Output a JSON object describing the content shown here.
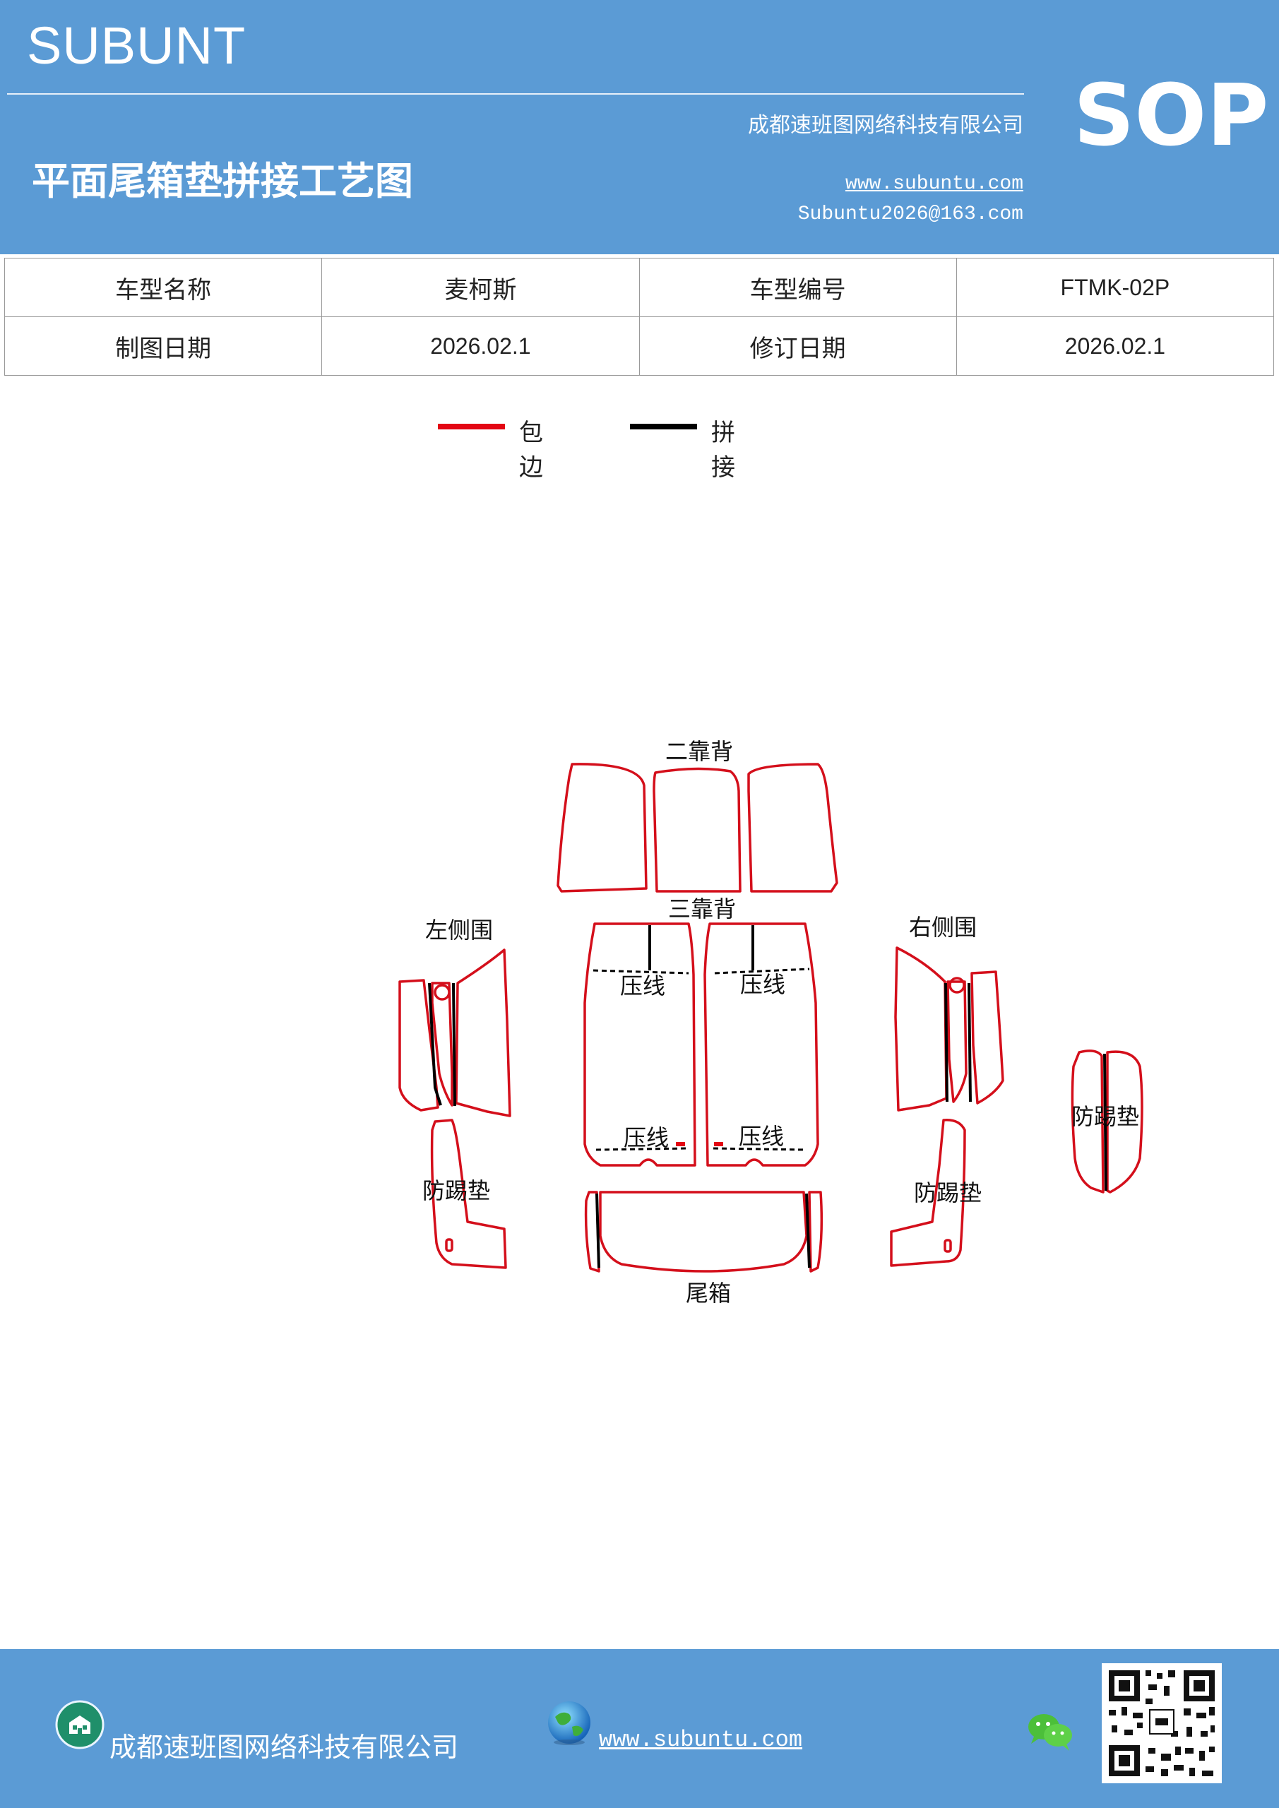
{
  "header": {
    "brand": "SUBUNT",
    "badge": "SOP",
    "title": "平面尾箱垫拼接工艺图",
    "company": "成都速班图网络科技有限公司",
    "website": "www.subuntu.com",
    "email": "Subuntu2026@163.com"
  },
  "info_table": {
    "rows": [
      [
        {
          "text": "车型名称"
        },
        {
          "text": "麦柯斯"
        },
        {
          "text": "车型编号"
        },
        {
          "text": "FTMK-02P"
        }
      ],
      [
        {
          "text": "制图日期"
        },
        {
          "text": "2026.02.1"
        },
        {
          "text": "修订日期"
        },
        {
          "text": "2026.02.1"
        }
      ]
    ]
  },
  "legend": [
    {
      "label": "包边",
      "color": "#e30613"
    },
    {
      "label": "拼接",
      "color": "#000000"
    }
  ],
  "diagram": {
    "labels": {
      "second_backrest": "二靠背",
      "third_backrest": "三靠背",
      "left_side_panel": "左侧围",
      "right_side_panel": "右侧围",
      "crease_line": "压线",
      "kick_pad": "防踢垫",
      "trunk": "尾箱"
    },
    "colors": {
      "edge": "#d40f1b",
      "seam": "#000000"
    }
  },
  "footer": {
    "company": "成都速班图网络科技有限公司",
    "website": "www.subuntu.com"
  }
}
